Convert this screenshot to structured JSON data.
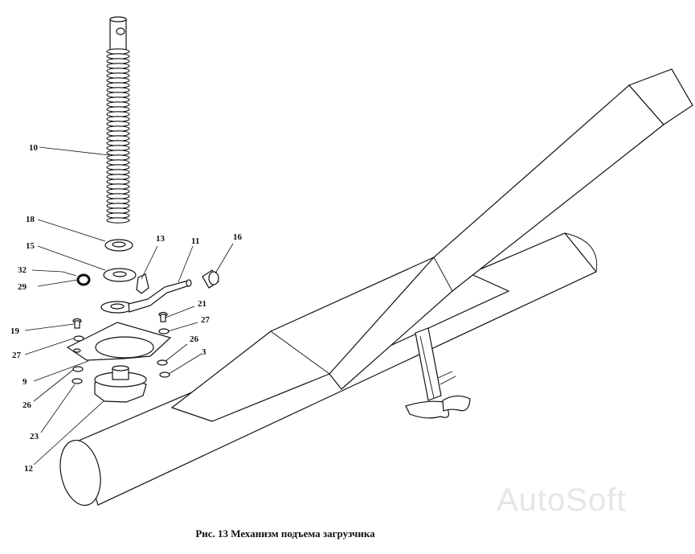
{
  "caption": "Рис. 13  Механизм подъема загрузчика",
  "watermark": "AutoSoft",
  "callouts": {
    "c10": "10",
    "c18": "18",
    "c15": "15",
    "c13": "13",
    "c11": "11",
    "c16": "16",
    "c32": "32",
    "c29": "29",
    "c21": "21",
    "c19": "19",
    "c27a": "27",
    "c27b": "27",
    "c26a": "26",
    "c26b": "26",
    "c3": "3",
    "c9": "9",
    "c23": "23",
    "c12": "12"
  }
}
